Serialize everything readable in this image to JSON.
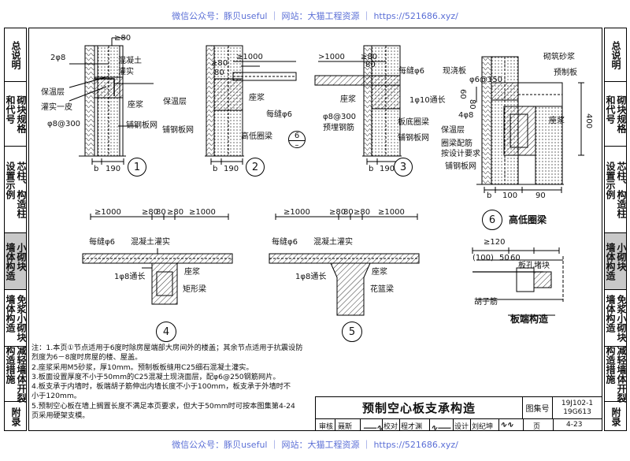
{
  "watermark_top": "微信公众号：豚贝useful ｜ 网站：大猫工程资源 ｜ https://521686.xyz/",
  "watermark_bottom": "微信公众号：豚贝useful ｜ 网站：大猫工程资源 ｜ https://521686.xyz/",
  "sidebar_left": [
    {
      "cols": [
        "总说明"
      ]
    },
    {
      "cols": [
        "砌块规格",
        "和代号"
      ]
    },
    {
      "cols": [
        "芯柱、构造柱",
        "设置示例"
      ]
    },
    {
      "cols": [
        "小砌块",
        "墙体构造"
      ]
    },
    {
      "cols": [
        "免浆小砌块",
        "墙体构造"
      ]
    },
    {
      "cols": [
        "减轻墙体开裂",
        "构造措施"
      ]
    },
    {
      "cols": [
        "附录"
      ]
    }
  ],
  "sidebar_right": [
    {
      "cols": [
        "总说明"
      ]
    },
    {
      "cols": [
        "砌块规格",
        "和代号"
      ]
    },
    {
      "cols": [
        "芯柱、构造柱",
        "设置示例"
      ]
    },
    {
      "cols": [
        "小砌块",
        "墙体构造"
      ]
    },
    {
      "cols": [
        "免浆小砌块",
        "墙体构造"
      ]
    },
    {
      "cols": [
        "减轻墙体开裂",
        "构造措施"
      ]
    },
    {
      "cols": [
        "附录"
      ]
    }
  ],
  "detail1": {
    "labels": [
      "≥80",
      "2φ8",
      "混凝土",
      "灌实",
      "保温层",
      "灌实一皮",
      "φ8@300",
      "座浆",
      "铺钢板网",
      "b",
      "190"
    ],
    "num": "1"
  },
  "detail2": {
    "labels": [
      "≥1000",
      "≥80",
      "80",
      "座浆",
      "保温层",
      "每缝φ6",
      "铺钢板网",
      "高低圈梁",
      "b",
      "190"
    ],
    "num": "2",
    "ref": "6",
    "ref_sheet": "–"
  },
  "detail3": {
    "labels": [
      ">1000",
      "≥80",
      "80",
      "每缝φ6",
      "现浇板",
      "1φ10通长",
      "φ8@300",
      "预埋钢筋",
      "板底圈梁",
      "铺钢板网",
      "座浆",
      "b",
      "190"
    ],
    "num": "3"
  },
  "detail6": {
    "labels": [
      "砌筑砂浆",
      "预制板",
      "φ6@150",
      "60",
      "80",
      "4φ8",
      "座浆",
      "保温层",
      "圈梁配筋",
      "按设计要求",
      "铺钢板网",
      "400",
      "b",
      "100",
      "90"
    ],
    "num": "6",
    "caption": "高低圈梁"
  },
  "detail4": {
    "labels": [
      "≥1000",
      "≥80",
      "80",
      "≥80",
      "≥1000",
      "每缝φ6",
      "混凝土灌实",
      "1φ8通长",
      "座浆",
      "矩形梁"
    ],
    "num": "4"
  },
  "detail5": {
    "labels": [
      "≥1000",
      "≥80",
      "80",
      "≥80",
      "≥1000",
      "每缝φ6",
      "混凝土灌实",
      "1φ8通长",
      "座浆",
      "花篮梁"
    ],
    "num": "5"
  },
  "board_end": {
    "labels": [
      "≥120",
      "(100)",
      "50",
      "60",
      "板孔堵块",
      "胡子筋"
    ],
    "caption": "板端构造"
  },
  "notes": [
    "注：1.本页①节点适用于6度时除房屋端部大房间外的楼盖；其余节点适用于抗震设防",
    "        烈度为6－8度时房屋的楼、屋盖。",
    "    2.座浆采用M5砂浆，厚10mm。预制板板缝用C25细石混凝土灌实。",
    "    3.板面设置厚度不小于50mm的C25混凝土现浇面层，配φ6@250钢筋网片。",
    "    4.板支承于内墙时，板端胡子筋伸出内墙长度不小于100mm，板支承于外墙时不",
    "        小于120mm。",
    "    5.预制空心板在墙上搁置长度不满足本页要求，但大于50mm时可按本图集第4-24",
    "        页采用硬架支模。"
  ],
  "title_block": {
    "title": "预制空心板支承构造",
    "atlas_label": "图集号",
    "atlas_no": "19J102-1",
    "atlas_no2": "19G613",
    "review_label": "审核",
    "review_name": "聂斯",
    "check_label": "校对",
    "check_name": "程才渊",
    "design_label": "设计",
    "design_name": "刘纪坤",
    "page_label": "页",
    "page_no": "4-23"
  }
}
